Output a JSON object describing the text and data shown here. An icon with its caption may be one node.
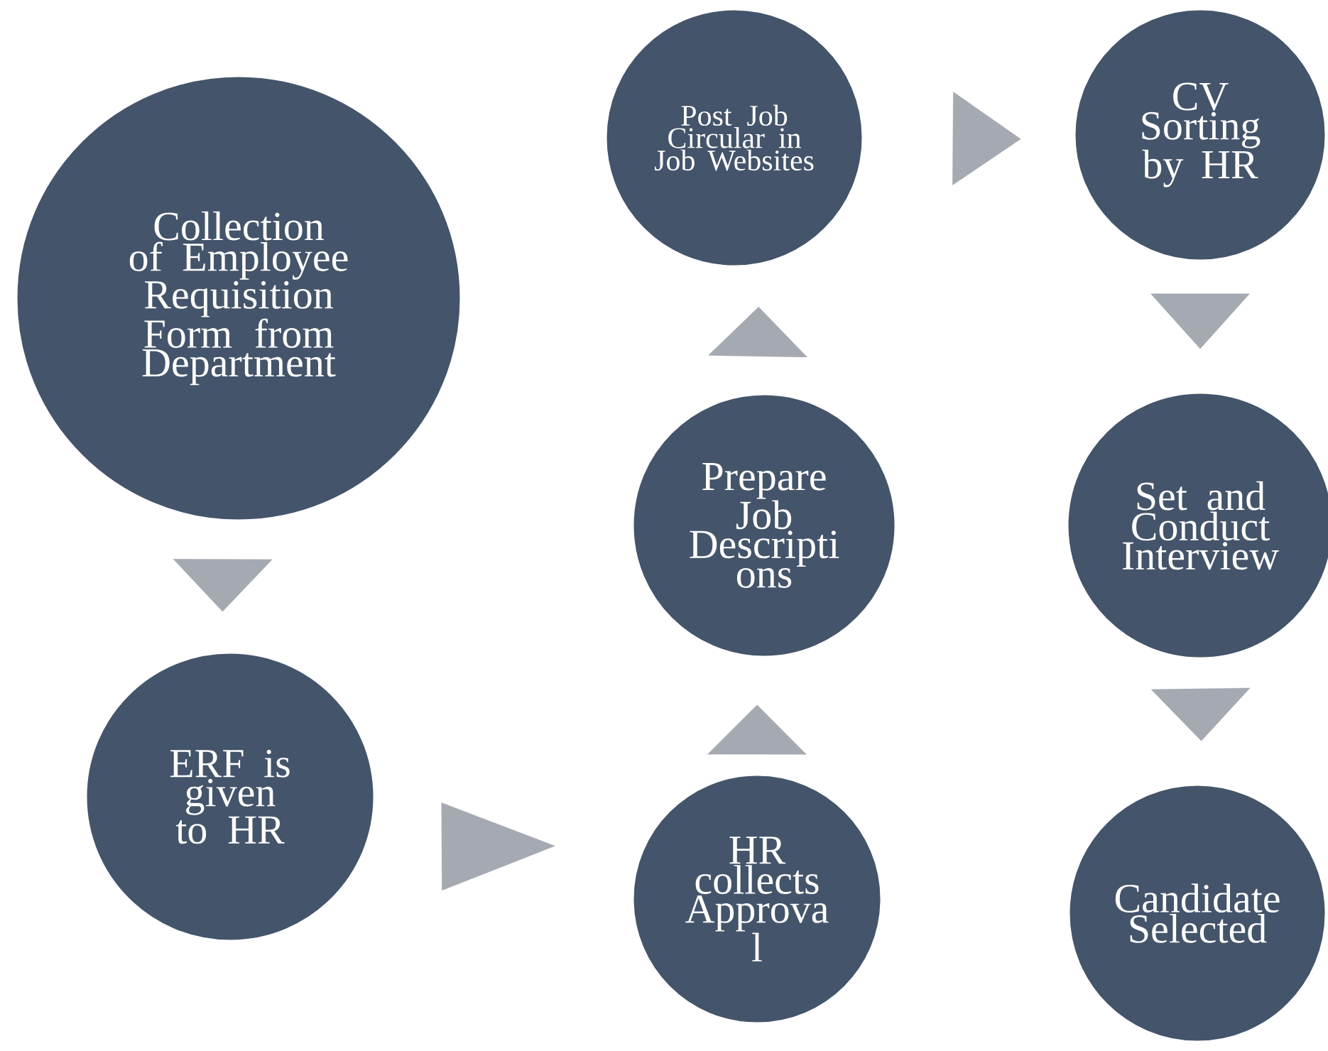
{
  "diagram": {
    "nodes": [
      {
        "text": [
          "Collection of Employee Requisition Form from Department"
        ]
      },
      {
        "text": [
          "ERF is given to HR"
        ]
      },
      {
        "text": [
          "HR collects Approva l"
        ]
      },
      {
        "text": [
          "Prepare Job Descripti ons"
        ]
      },
      {
        "text": [
          "Post Job Circular in Job Websites"
        ]
      },
      {
        "text": [
          "CV Sorting by HR"
        ]
      },
      {
        "text": [
          "Set and Conduct Interview"
        ]
      },
      {
        "text": [
          "Candidate Selected"
        ]
      }
    ],
    "edges": [
      {
        "from": 0,
        "to": 1,
        "arrow": "to"
      },
      {
        "from": 1,
        "to": 2,
        "arrow": "to"
      },
      {
        "from": 2,
        "to": 3,
        "arrow": "to"
      },
      {
        "from": 3,
        "to": 4,
        "arrow": "to"
      },
      {
        "from": 4,
        "to": 5,
        "arrow": "to"
      },
      {
        "from": 5,
        "to": 6,
        "arrow": "to"
      },
      {
        "from": 6,
        "to": 7,
        "arrow": "to"
      }
    ]
  }
}
